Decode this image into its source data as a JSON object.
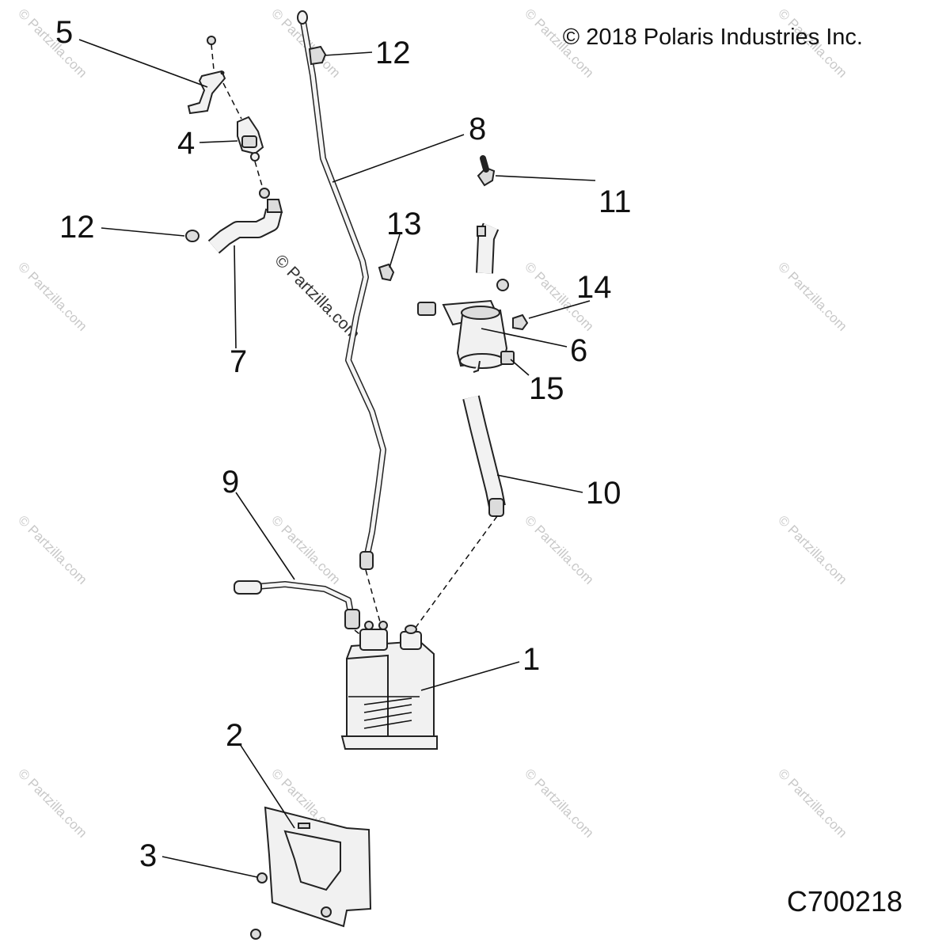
{
  "copyright": "© 2018 Polaris Industries Inc.",
  "diagram_code": "C700218",
  "watermark": "© Partzilla.com",
  "callouts": {
    "c1": "1",
    "c2": "2",
    "c3": "3",
    "c4": "4",
    "c5": "5",
    "c6": "6",
    "c7": "7",
    "c8": "8",
    "c9": "9",
    "c10": "10",
    "c11": "11",
    "c12a": "12",
    "c12b": "12",
    "c13": "13",
    "c14": "14",
    "c15": "15"
  }
}
